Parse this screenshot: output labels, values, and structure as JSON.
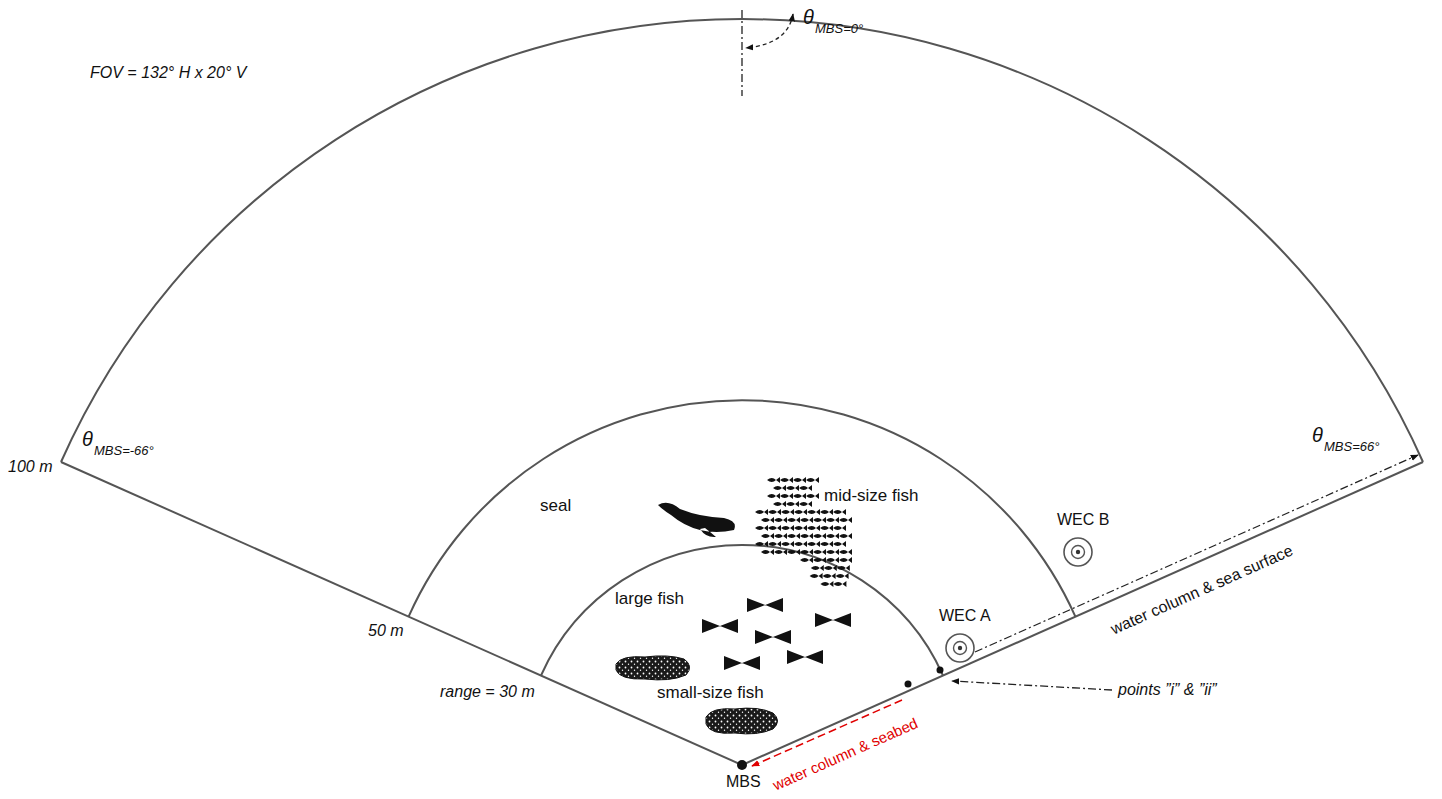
{
  "diagram": {
    "nodes": [
      {
        "text": [
          "WEC B"
        ]
      },
      {
        "text": [
          "WEC A"
        ]
      },
      {
        "text": [
          "MBS"
        ]
      }
    ],
    "labels": [
      "FOV = 132° H x 20° V",
      "θ",
      "MBS=0°",
      "θ",
      "MBS=-66°",
      "100 m",
      "θ",
      "MBS=66°",
      "seal",
      "mid-size fish",
      "large fish",
      "small-size fish",
      "50 m",
      "range = 30 m",
      "water column & sea surface",
      "points ”i” & ”ii”",
      "water column & seabed"
    ]
  }
}
